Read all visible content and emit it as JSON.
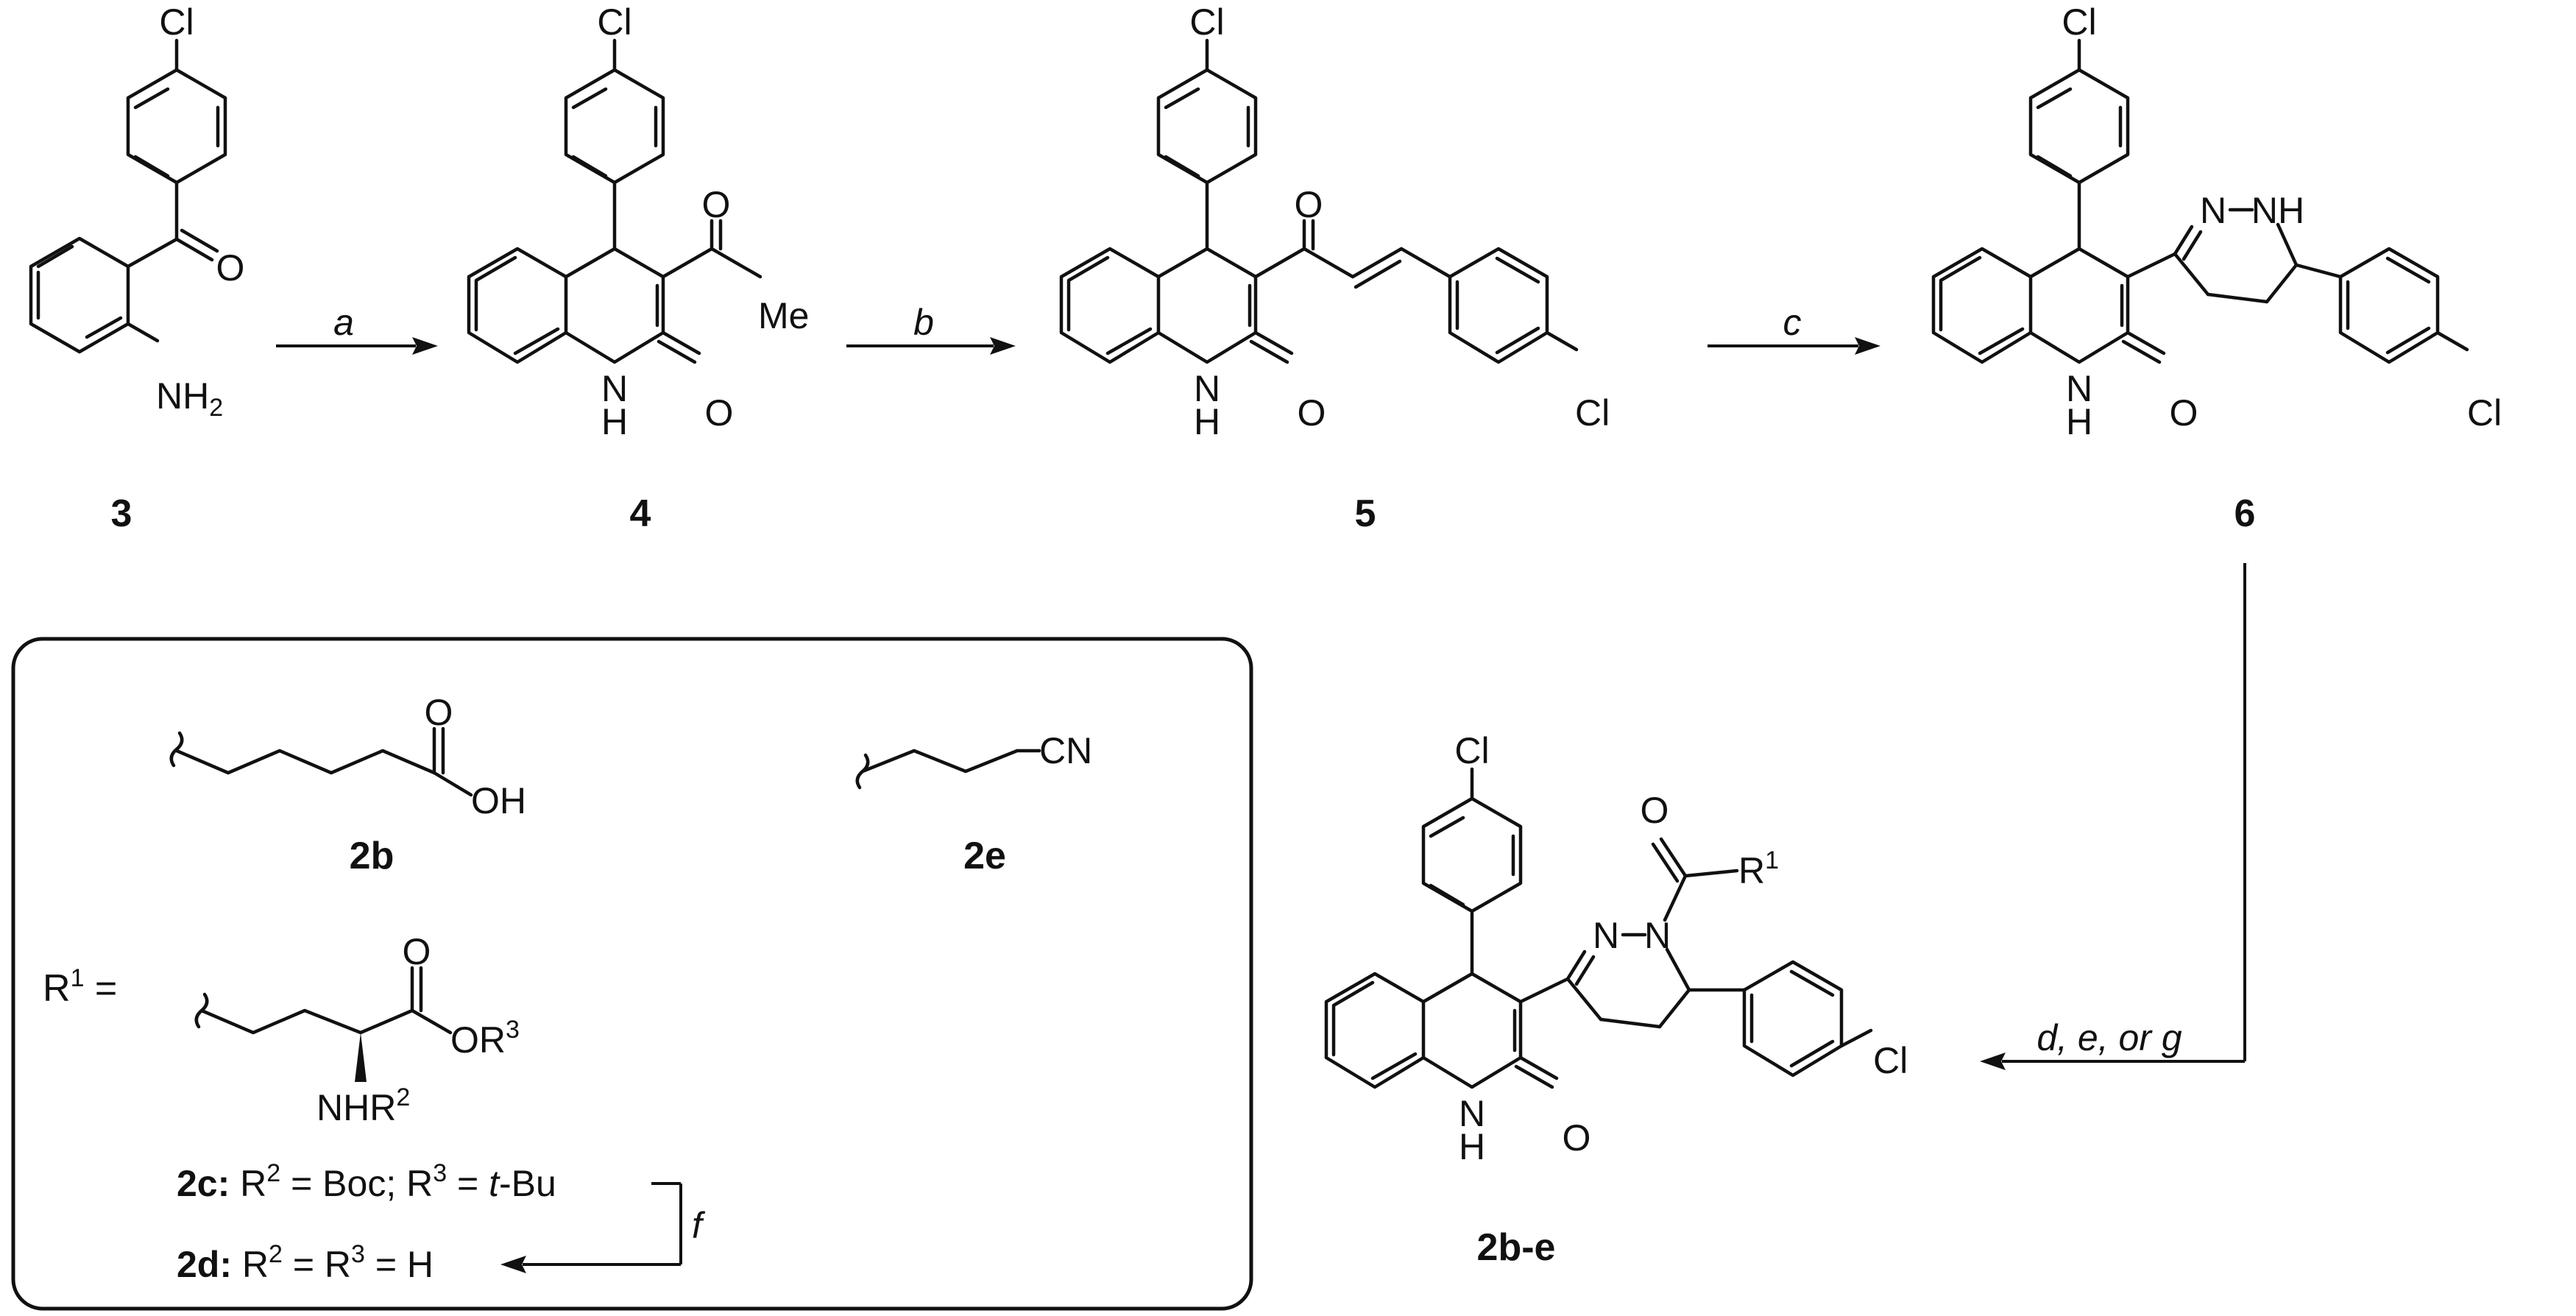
{
  "atoms": {
    "cl": "Cl",
    "o": "O",
    "me": "Me",
    "nh2_main": "NH",
    "nh2_sub": "2",
    "nh_n": "N",
    "nh_h": "H",
    "n": "N",
    "nh": "NH",
    "oh": "OH",
    "cn": "CN",
    "r": "R",
    "r1_sup": "1",
    "or": "OR",
    "r3_sup": "3",
    "nhr": "NHR",
    "r2_sup": "2"
  },
  "compounds": {
    "c3": "3",
    "c4": "4",
    "c5": "5",
    "c6": "6",
    "c2be": "2b-e",
    "c2b": "2b",
    "c2e": "2e"
  },
  "conditions": {
    "a": "a",
    "b": "b",
    "c": "c",
    "deg": "d, e, or g",
    "f": "f"
  },
  "panel": {
    "r1_label": "R",
    "r1_sup": "1",
    "r1_eq": " =",
    "line_2c": {
      "label": "2c:",
      "r": " R",
      "r2": "2",
      "boc": " = Boc; R",
      "r3": "3",
      "eq": " = ",
      "t": "t",
      "bu": "-Bu"
    },
    "line_2d": {
      "label": "2d:",
      "r": " R",
      "r2": "2",
      "eq": " = R",
      "r3": "3",
      "h": " = H"
    }
  }
}
